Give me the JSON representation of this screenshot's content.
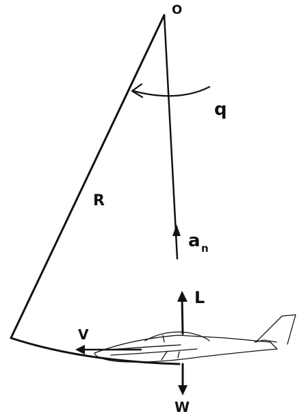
{
  "labels": {
    "center": "O",
    "pitch_rate": "q",
    "radius": "R",
    "normal_accel": "a",
    "normal_accel_sub": "n",
    "lift": "L",
    "velocity": "V",
    "weight": "W"
  }
}
